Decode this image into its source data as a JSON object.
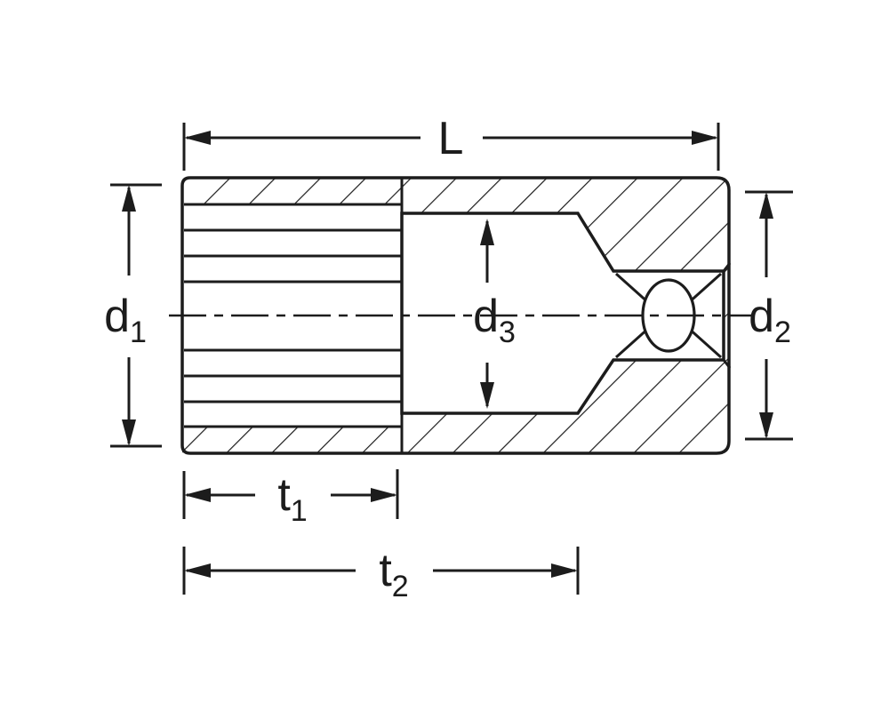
{
  "diagram": {
    "labels": {
      "L": {
        "main": "L",
        "sub": ""
      },
      "d1": {
        "main": "d",
        "sub": "1"
      },
      "d2": {
        "main": "d",
        "sub": "2"
      },
      "d3": {
        "main": "d",
        "sub": "3"
      },
      "t1": {
        "main": "t",
        "sub": "1"
      },
      "t2": {
        "main": "t",
        "sub": "2"
      }
    },
    "colors": {
      "line": "#1c1c1c",
      "background": "#ffffff"
    }
  }
}
